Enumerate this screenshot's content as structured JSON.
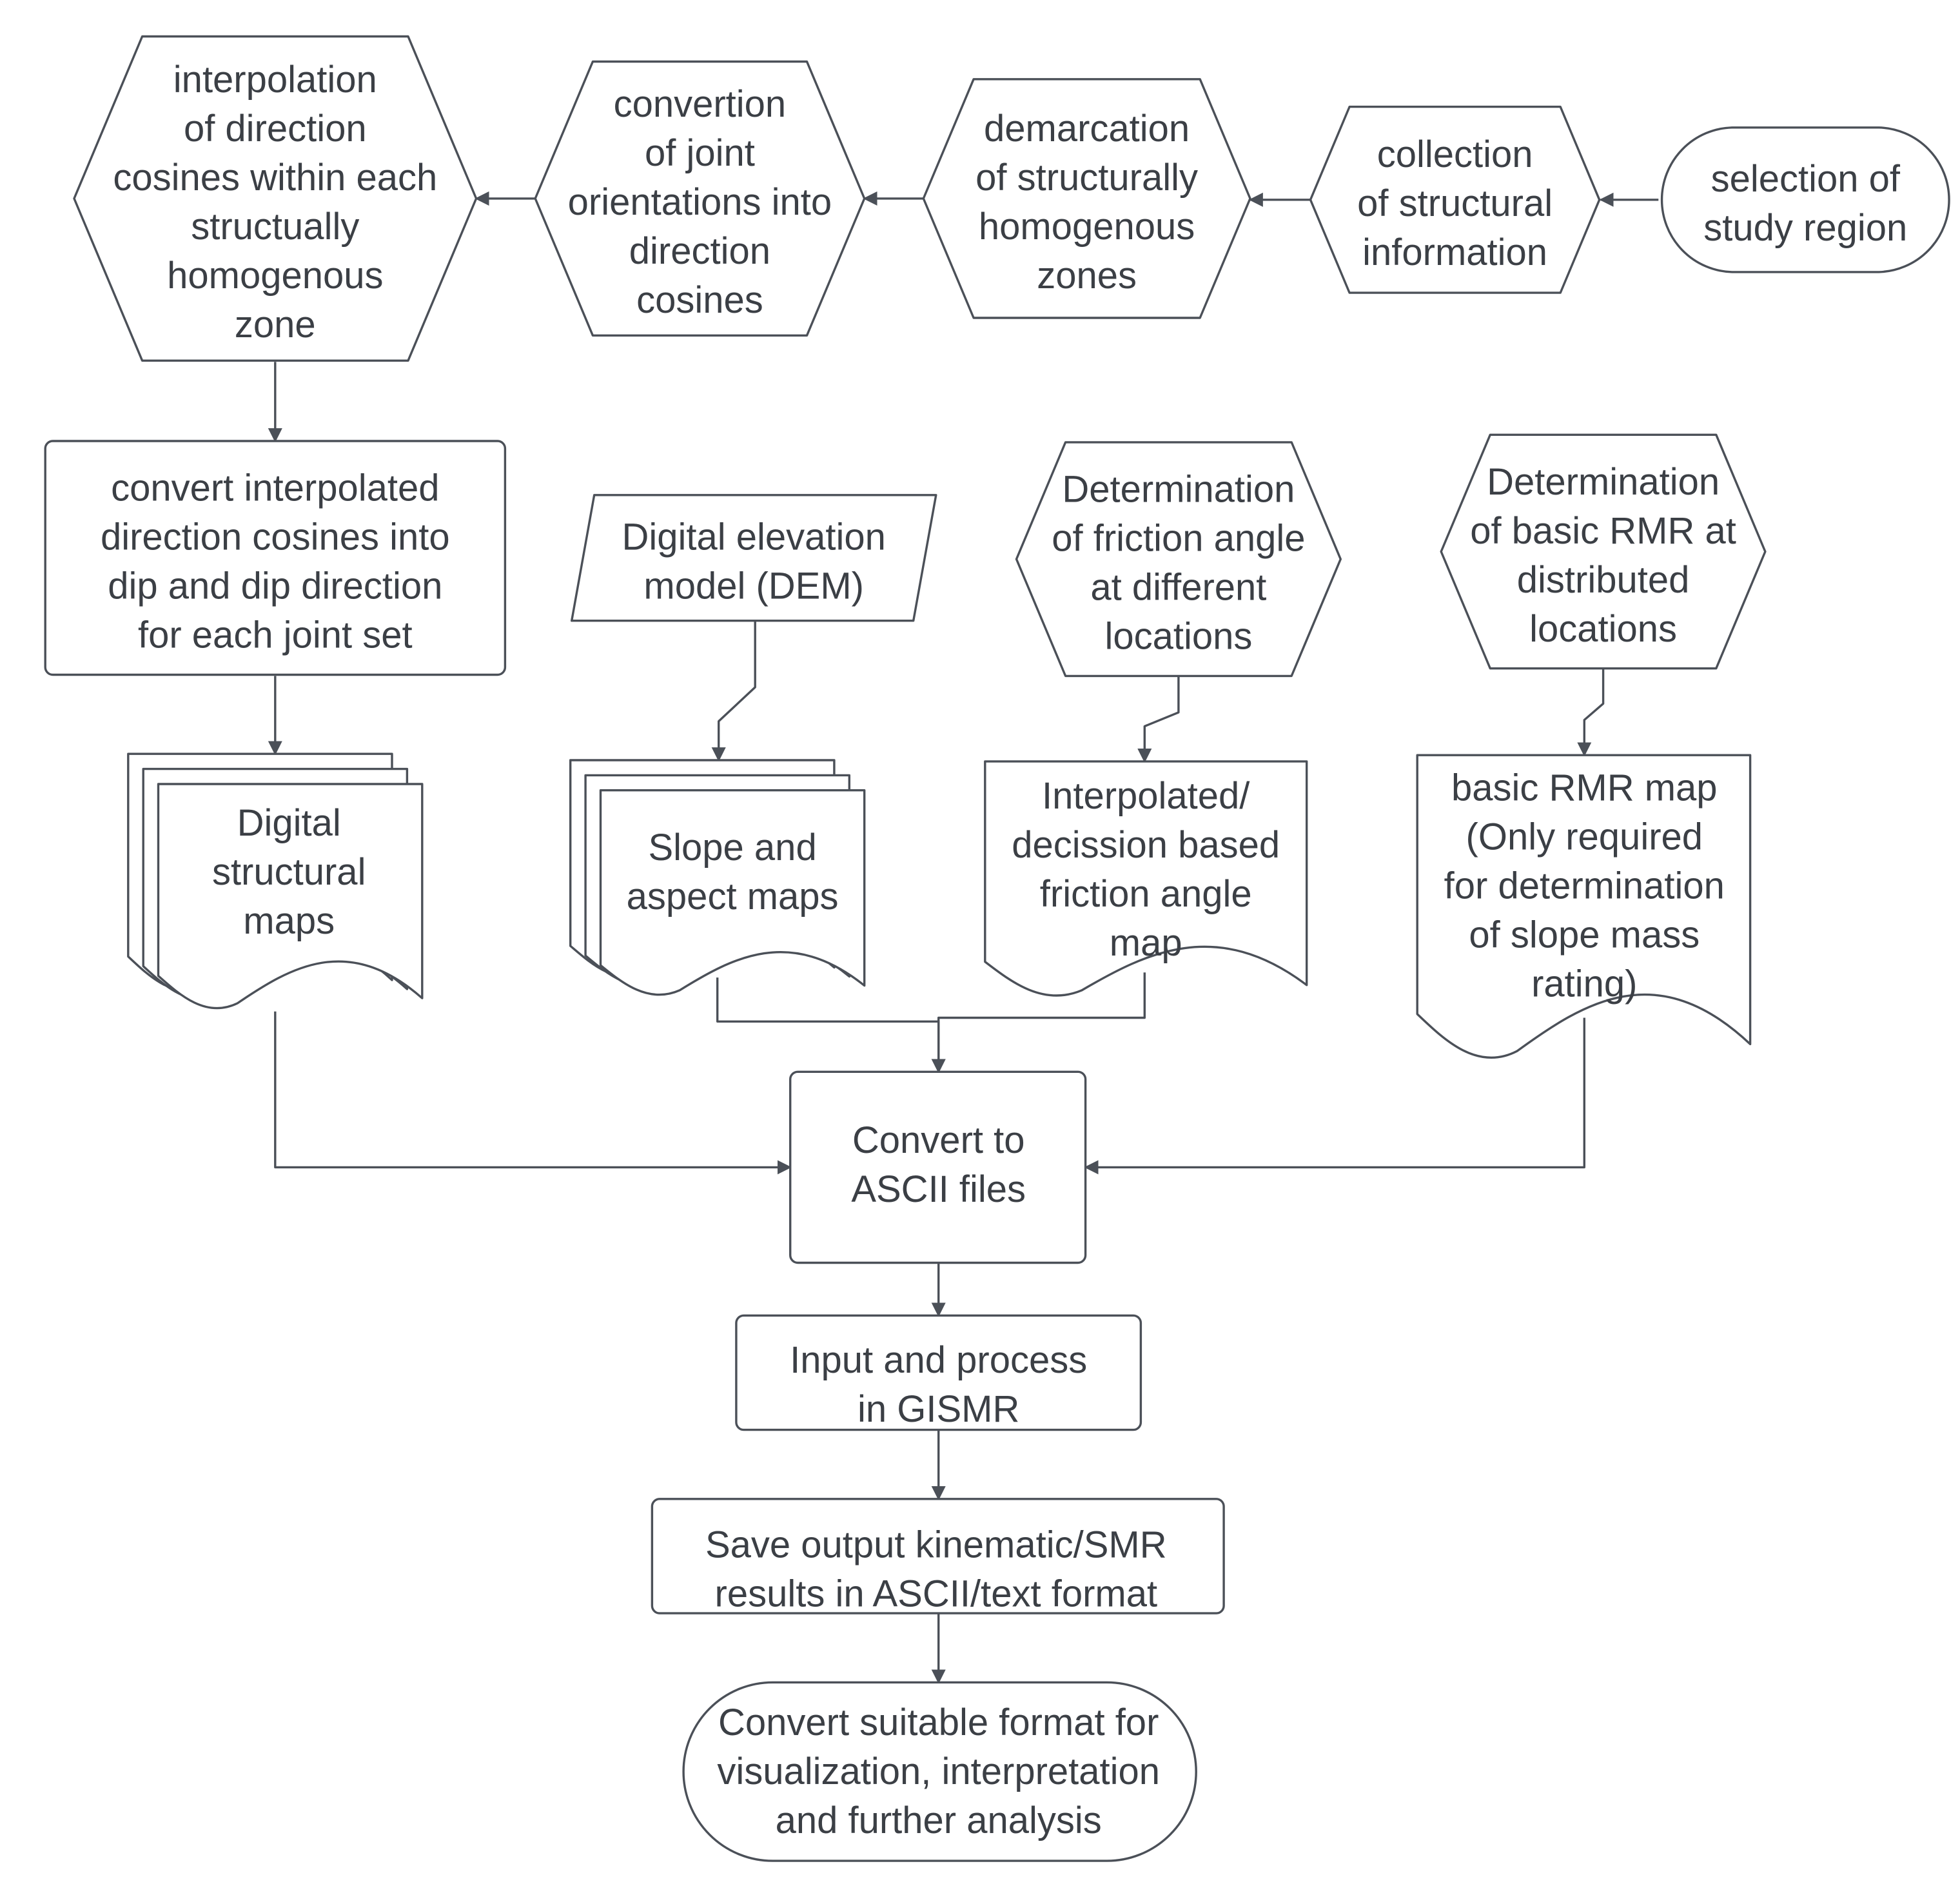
{
  "nodes": {
    "selection": {
      "shape": "terminal",
      "lines": [
        "selection of",
        "study region"
      ]
    },
    "collection": {
      "shape": "hexagon",
      "lines": [
        "collection",
        "of structural",
        "information"
      ]
    },
    "demarcation": {
      "shape": "hexagon",
      "lines": [
        "demarcation",
        "of structurally",
        "homogenous",
        "zones"
      ]
    },
    "convertion": {
      "shape": "hexagon",
      "lines": [
        "convertion",
        "of joint",
        "orientations into",
        "direction",
        "cosines"
      ]
    },
    "interpolation": {
      "shape": "hexagon",
      "lines": [
        "interpolation",
        "of direction",
        "cosines within each",
        "structually",
        "homogenous",
        "zone"
      ]
    },
    "convert_interpolated": {
      "shape": "process",
      "lines": [
        "convert interpolated",
        "direction cosines into",
        "dip and dip direction",
        "for each joint set"
      ]
    },
    "dem": {
      "shape": "data",
      "lines": [
        "Digital elevation",
        "model (DEM)"
      ]
    },
    "friction_det": {
      "shape": "hexagon",
      "lines": [
        "Determination",
        "of friction angle",
        "at different",
        "locations"
      ]
    },
    "rmr_det": {
      "shape": "hexagon",
      "lines": [
        "Determination",
        "of basic RMR at",
        "distributed",
        "locations"
      ]
    },
    "structural_maps": {
      "shape": "multi-document",
      "lines": [
        "Digital",
        "structural",
        "maps"
      ]
    },
    "slope_aspect": {
      "shape": "multi-document",
      "lines": [
        "Slope and",
        "aspect maps"
      ]
    },
    "friction_map": {
      "shape": "document",
      "lines": [
        "Interpolated/",
        "decission based",
        "friction angle",
        "map"
      ]
    },
    "rmr_map": {
      "shape": "document",
      "lines": [
        "basic RMR map",
        "(Only required",
        "for determination",
        "of slope mass",
        "rating)"
      ]
    },
    "ascii": {
      "shape": "process",
      "lines": [
        "Convert to",
        "ASCII files"
      ]
    },
    "gismr": {
      "shape": "process",
      "lines": [
        "Input and process",
        "in GISMR"
      ]
    },
    "save_output": {
      "shape": "process",
      "lines": [
        "Save output kinematic/SMR",
        "results in ASCII/text format"
      ]
    },
    "final": {
      "shape": "terminal",
      "lines": [
        "Convert suitable format for",
        "visualization, interpretation",
        "and further analysis"
      ]
    }
  },
  "edges": [
    {
      "from": "selection",
      "to": "collection"
    },
    {
      "from": "collection",
      "to": "demarcation"
    },
    {
      "from": "demarcation",
      "to": "convertion"
    },
    {
      "from": "convertion",
      "to": "interpolation"
    },
    {
      "from": "interpolation",
      "to": "convert_interpolated"
    },
    {
      "from": "convert_interpolated",
      "to": "structural_maps"
    },
    {
      "from": "dem",
      "to": "slope_aspect"
    },
    {
      "from": "friction_det",
      "to": "friction_map"
    },
    {
      "from": "rmr_det",
      "to": "rmr_map"
    },
    {
      "from": "structural_maps",
      "to": "ascii"
    },
    {
      "from": "slope_aspect",
      "to": "ascii"
    },
    {
      "from": "friction_map",
      "to": "ascii"
    },
    {
      "from": "rmr_map",
      "to": "ascii"
    },
    {
      "from": "ascii",
      "to": "gismr"
    },
    {
      "from": "gismr",
      "to": "save_output"
    },
    {
      "from": "save_output",
      "to": "final"
    }
  ],
  "colors": {
    "stroke": "#4b5058",
    "text": "#3b3f45",
    "fill": "#ffffff",
    "background": "#ffffff"
  }
}
